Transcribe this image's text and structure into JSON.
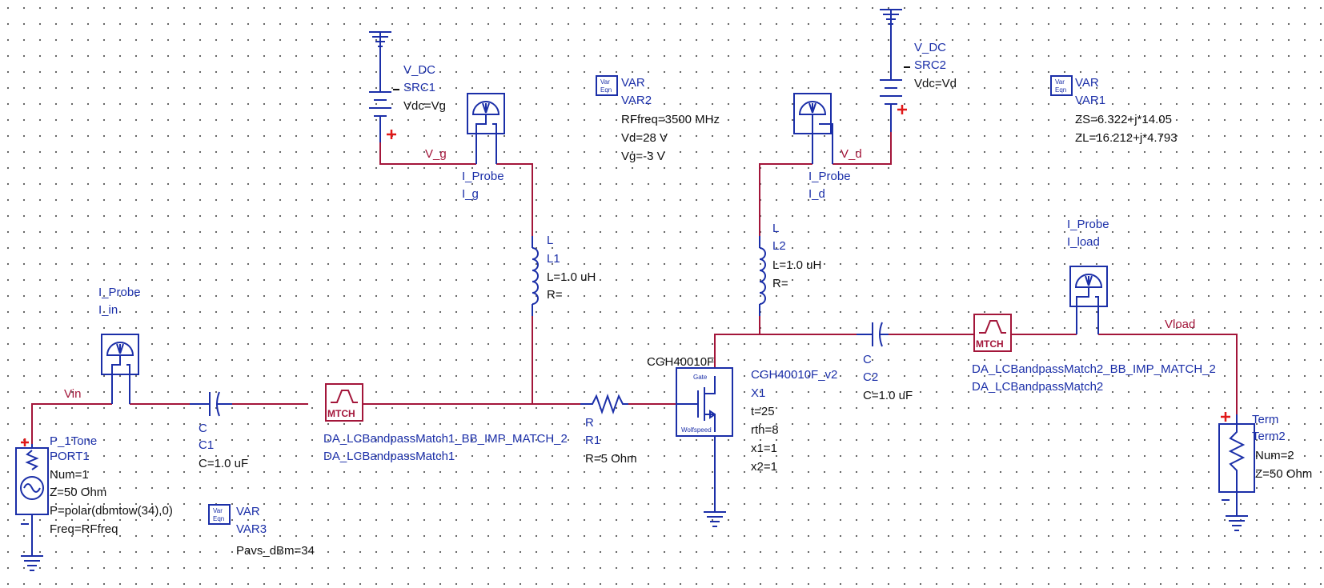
{
  "nets": {
    "vin": "Vin",
    "v_g": "V_g",
    "v_d": "V_d",
    "vload": "Vload"
  },
  "port1": {
    "type": "P_1Tone",
    "name": "PORT1",
    "num": "Num=1",
    "z": "Z=50 Ohm",
    "p": "P=polar(dbmtow(34),0)",
    "freq": "Freq=RFfreq"
  },
  "probe_in": {
    "type": "I_Probe",
    "name": "I_in"
  },
  "probe_g": {
    "type": "I_Probe",
    "name": "I_g"
  },
  "probe_d": {
    "type": "I_Probe",
    "name": "I_d"
  },
  "probe_load": {
    "type": "I_Probe",
    "name": "I_load"
  },
  "c1": {
    "type": "C",
    "name": "C1",
    "value": "C=1.0 uF"
  },
  "c2": {
    "type": "C",
    "name": "C2",
    "value": "C=1.0 uF"
  },
  "match1": {
    "symbol": "MTCH",
    "type": "DA_LCBandpassMatch1_BB_IMP_MATCH_2",
    "name": "DA_LCBandpassMatch1"
  },
  "match2": {
    "symbol": "MTCH",
    "type": "DA_LCBandpassMatch2_BB_IMP_MATCH_2",
    "name": "DA_LCBandpassMatch2"
  },
  "r1": {
    "type": "R",
    "name": "R1",
    "value": "R=5 Ohm"
  },
  "l1": {
    "type": "L",
    "name": "L1",
    "value": "L=1.0 uH",
    "r": "R="
  },
  "l2": {
    "type": "L",
    "name": "L2",
    "value": "L=1.0 uH",
    "r": "R="
  },
  "src1": {
    "type": "V_DC",
    "name": "SRC1",
    "vdc": "Vdc=Vg"
  },
  "src2": {
    "type": "V_DC",
    "name": "SRC2",
    "vdc": "Vdc=Vd"
  },
  "var2": {
    "type": "VAR",
    "name": "VAR2",
    "l1": "RFfreq=3500 MHz",
    "l2": "Vd=28 V",
    "l3": "Vg=-3 V"
  },
  "var1": {
    "type": "VAR",
    "name": "VAR1",
    "l1": "ZS=6.322+j*14.05",
    "l2": "ZL=16.212+j*4.793"
  },
  "var3": {
    "type": "VAR",
    "name": "VAR3",
    "l1": "Pavs_dBm=34"
  },
  "var_icon": {
    "top": "Var",
    "bottom": "Eqn"
  },
  "transistor": {
    "label": "CGH40010F",
    "model": "CGH40010F_v2",
    "name": "X1",
    "t": "t=25",
    "rth": "rth=8",
    "x1": "x1=1",
    "x2": "x2=1",
    "pin_top": "Gate",
    "pin_bottom": "Wolfspeed"
  },
  "term2": {
    "type": "Term",
    "name": "Term2",
    "num": "Num=2",
    "z": "Z=50 Ohm"
  },
  "colors": {
    "wire": "#a3163a",
    "component": "#1b2fa8",
    "plus": "#e01818",
    "grid": "#555555"
  }
}
